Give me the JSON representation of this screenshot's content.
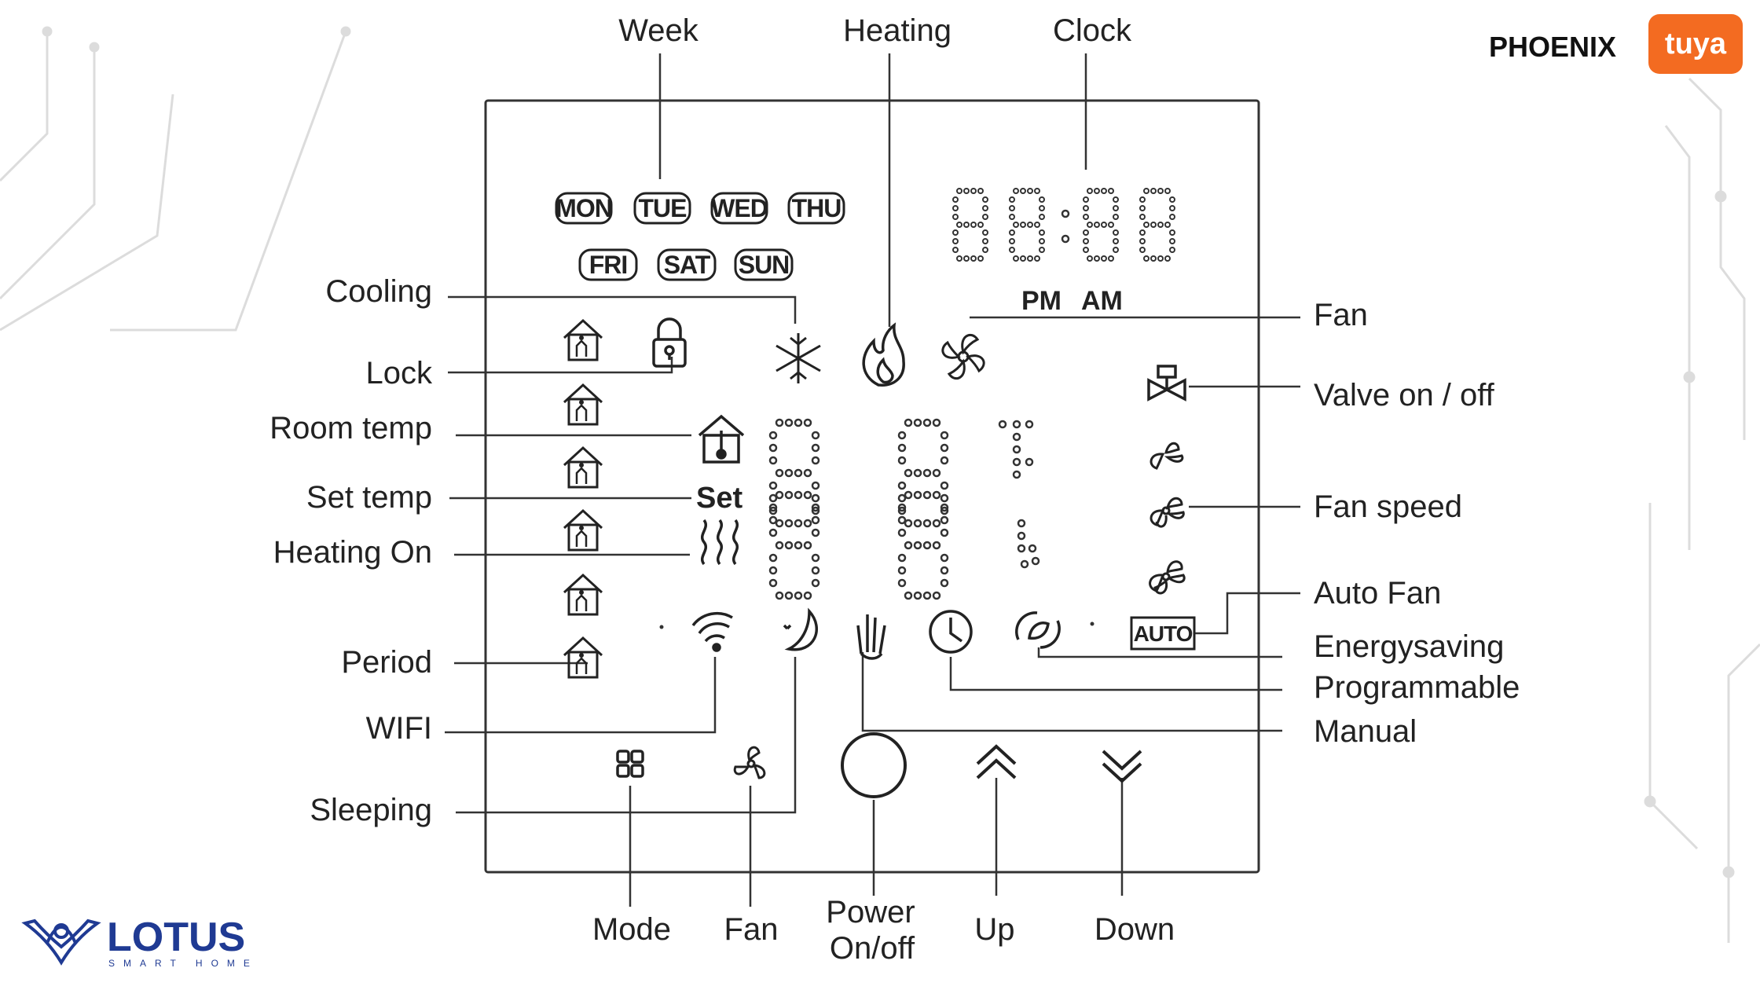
{
  "brand": {
    "phoenix": "PHOENIX",
    "tuya": "tuya",
    "lotus": "LOTUS",
    "lotus_sub": "SMART HOME"
  },
  "colors": {
    "tuya": "#f36b21",
    "lotus": "#1f3a93",
    "circuit": "#dcdcdc"
  },
  "top_labels": {
    "week": "Week",
    "heating": "Heating",
    "clock": "Clock"
  },
  "days": [
    "MON",
    "TUE",
    "WED",
    "THU",
    "FRI",
    "SAT",
    "SUN"
  ],
  "ampm": {
    "pm": "PM",
    "am": "AM"
  },
  "set_text": "Set",
  "auto_text": "AUTO",
  "left_labels": {
    "cooling": "Cooling",
    "lock": "Lock",
    "room_temp": "Room temp",
    "set_temp": "Set temp",
    "heating_on": "Heating On",
    "period": "Period",
    "wifi": "WIFI",
    "sleeping": "Sleeping"
  },
  "right_labels": {
    "fan": "Fan",
    "valve": "Valve on / off",
    "fan_speed": "Fan speed",
    "auto_fan": "Auto Fan",
    "energysaving": "Energysaving",
    "programmable": "Programmable",
    "manual": "Manual"
  },
  "bottom_labels": {
    "mode": "Mode",
    "fan": "Fan",
    "power_line1": "Power",
    "power_line2": "On/off",
    "up": "Up",
    "down": "Down"
  },
  "icons": {
    "snowflake": "snowflake-icon",
    "flame": "flame-icon",
    "fan": "fan-icon",
    "lock": "lock-icon",
    "valve": "valve-icon",
    "wifi": "wifi-icon",
    "moon": "moon-icon",
    "hand": "hand-icon",
    "clock": "clock-icon",
    "leaf": "leaf-icon"
  }
}
